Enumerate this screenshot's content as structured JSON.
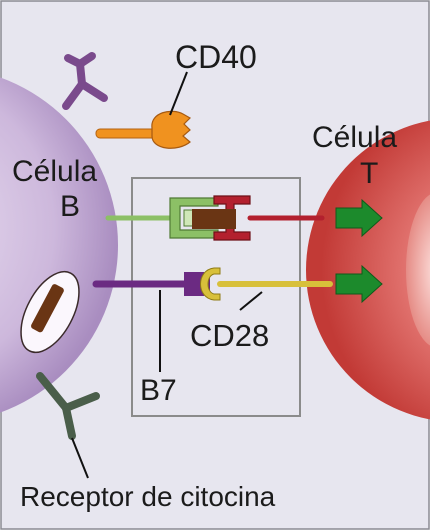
{
  "labels": {
    "cd40": "CD40",
    "cell_t_line1": "Célula",
    "cell_t_line2": "T",
    "cell_b_line1": "Célula",
    "cell_b_line2": "B",
    "cd28": "CD28",
    "b7": "B7",
    "cytokine_receptor": "Receptor de citocina"
  },
  "colors": {
    "background": "#e7e6ef",
    "b_cell": "#c9b2d8",
    "t_cell": "#d94a4a",
    "cd40": "#f0921f",
    "b7": "#6b2a82",
    "cd28": "#d8c03a",
    "arrow": "#1c8a2c",
    "green_receptor": "#8cc066",
    "red_receptor": "#b3202e",
    "dark_receptor": "#4a5e4a",
    "brown": "#6a3514"
  }
}
